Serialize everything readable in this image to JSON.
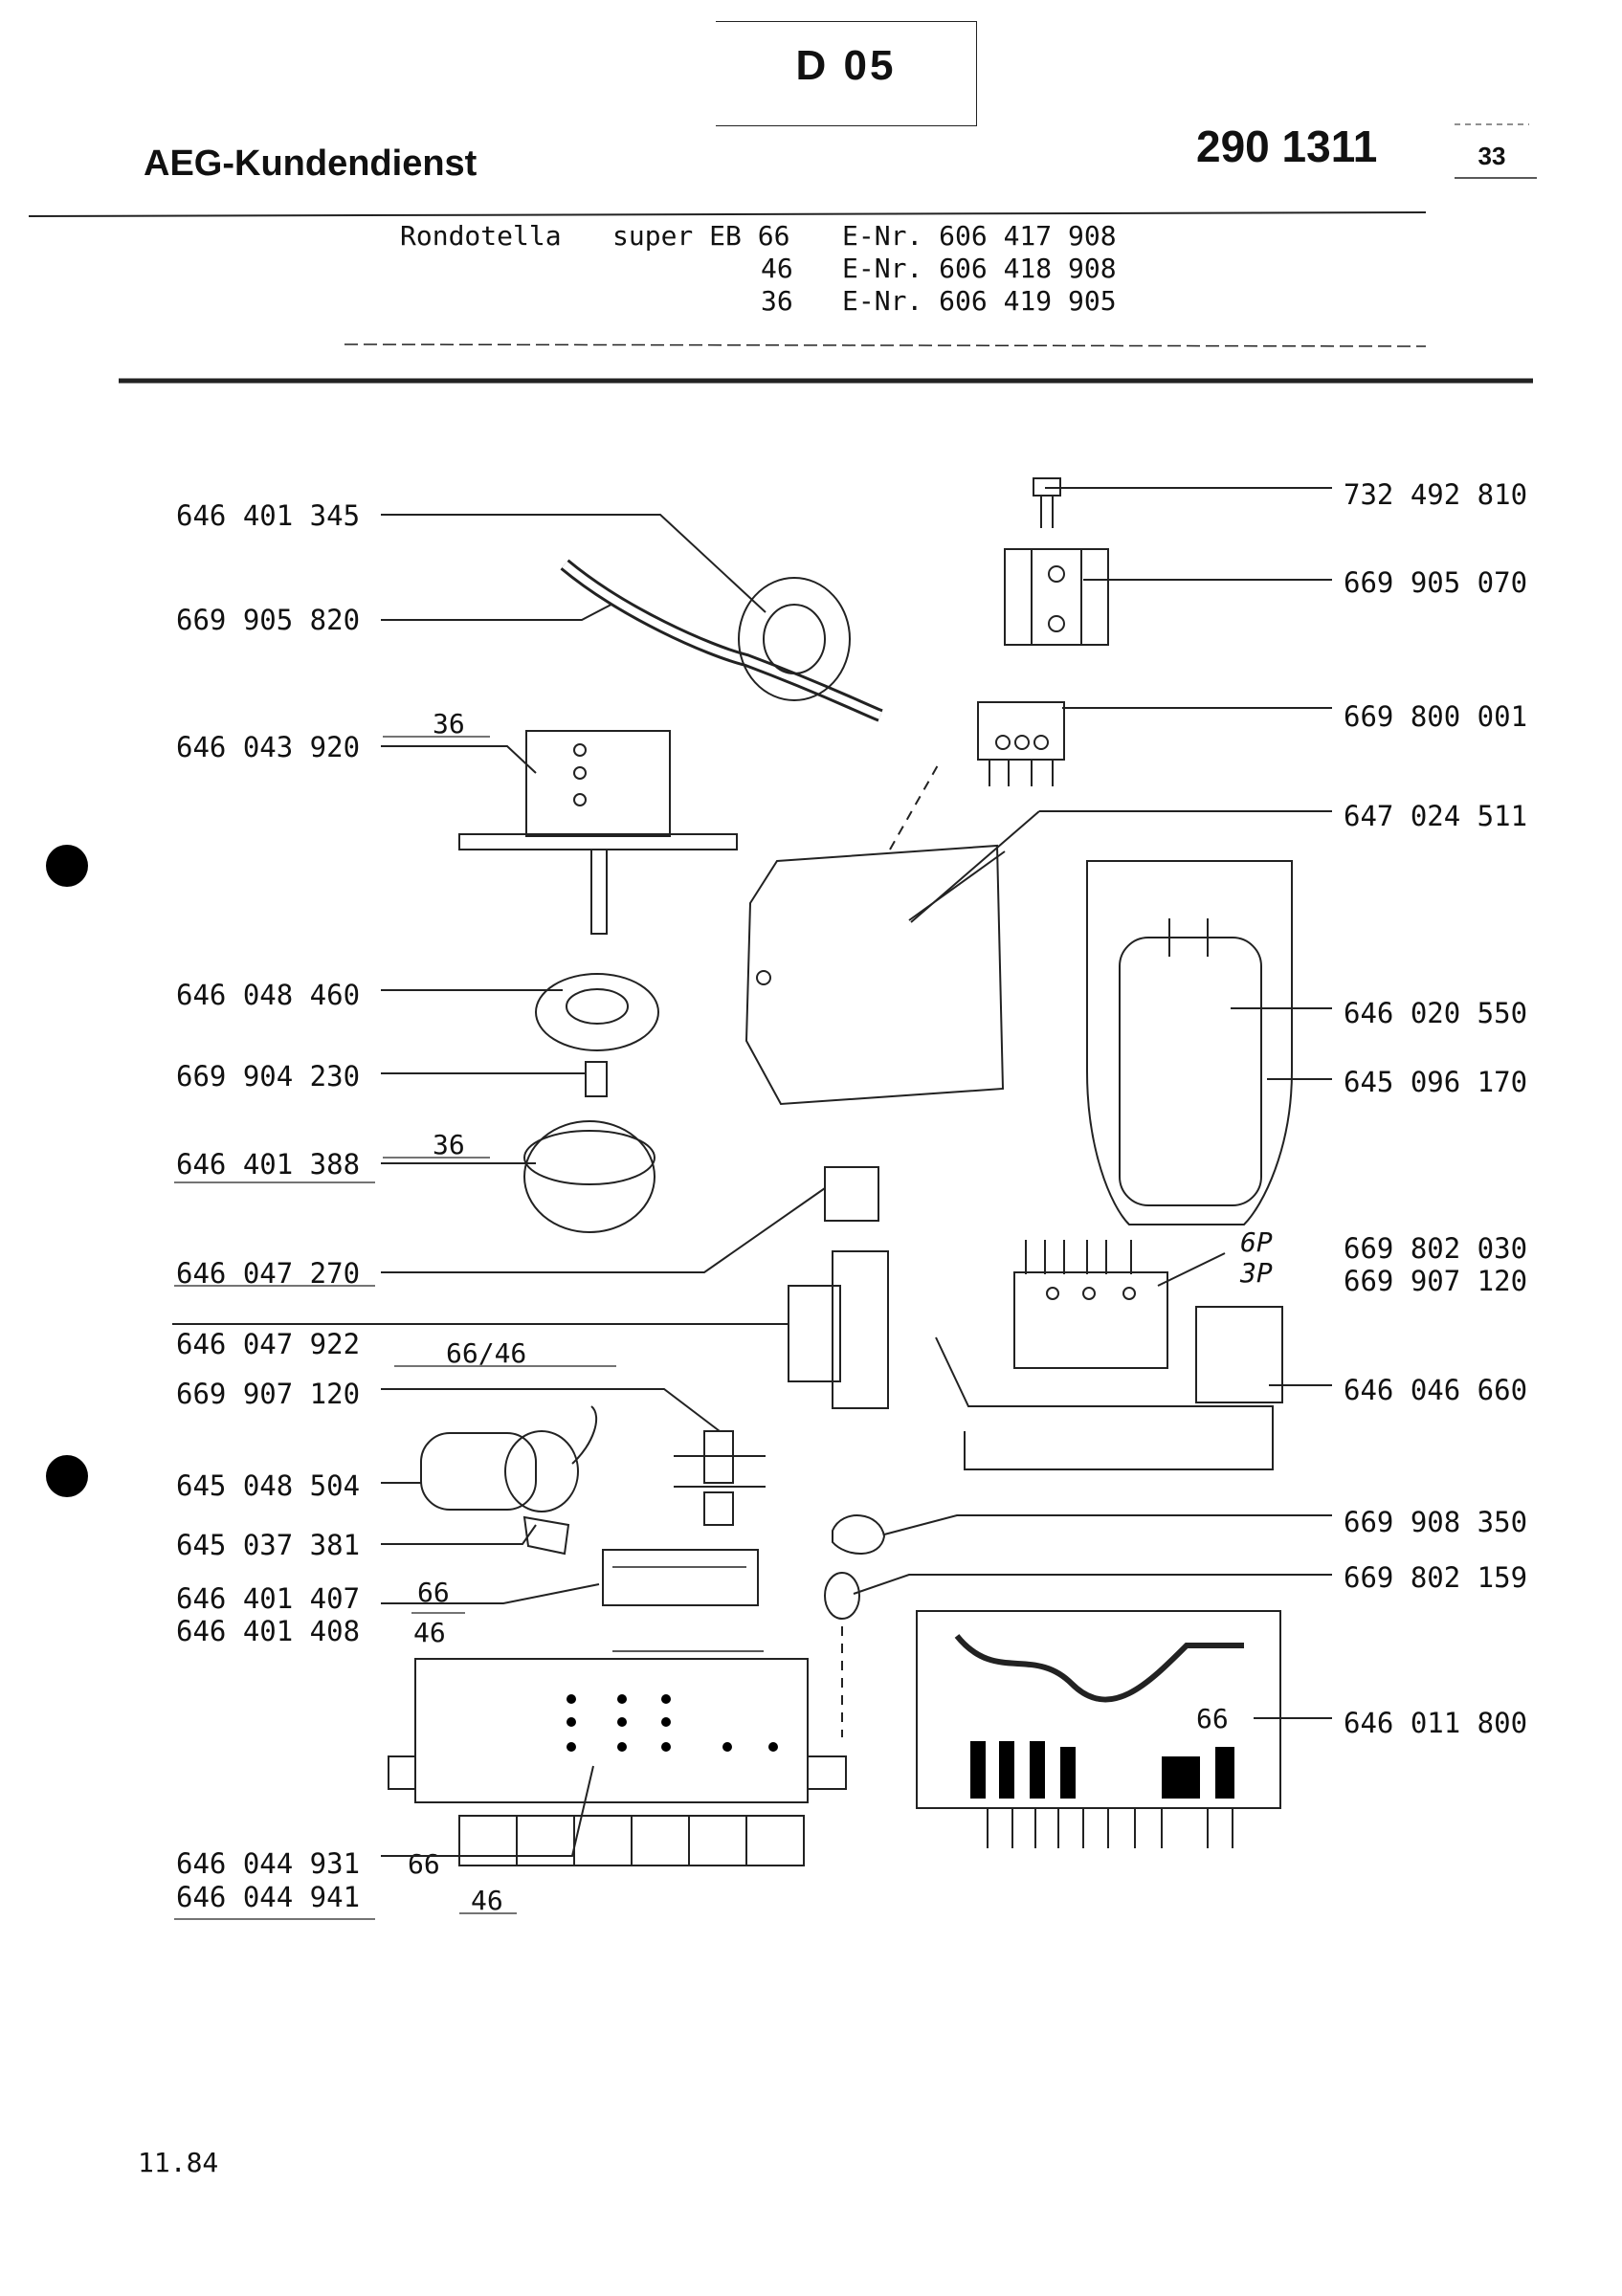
{
  "header": {
    "sheet_code": "D 05",
    "company": "AEG-Kundendienst",
    "document_number": "290 1311",
    "page_number": "33"
  },
  "models": [
    {
      "name": "Rondotella",
      "series": "super EB 66",
      "enr": "E-Nr. 606 417 908"
    },
    {
      "name": "",
      "series": "46",
      "enr": "E-Nr. 606 418 908"
    },
    {
      "name": "",
      "series": "36",
      "enr": "E-Nr. 606 419 905"
    }
  ],
  "parts_left": [
    {
      "number": "646 401 345"
    },
    {
      "number": "669 905 820"
    },
    {
      "number": "646 043 920",
      "variant": "36"
    },
    {
      "number": "646 048 460"
    },
    {
      "number": "669 904 230"
    },
    {
      "number": "646 401 388",
      "variant": "36"
    },
    {
      "number": "646 047 270"
    },
    {
      "number": "646 047 922",
      "variant": "66/46"
    },
    {
      "number": "669 907 120"
    },
    {
      "number": "645 048 504"
    },
    {
      "number": "645 037 381"
    },
    {
      "number": "646 401 407",
      "variant": "66"
    },
    {
      "number": "646 401 408",
      "variant": "46"
    },
    {
      "number": "646 044 931",
      "variant": "66"
    },
    {
      "number": "646 044 941",
      "variant": "46"
    }
  ],
  "parts_right": [
    {
      "number": "732 492 810"
    },
    {
      "number": "669 905 070"
    },
    {
      "number": "669 800 001"
    },
    {
      "number": "647 024 511"
    },
    {
      "number": "646 020 550"
    },
    {
      "number": "645 096 170"
    },
    {
      "number": "669 802 030",
      "variant": "6P"
    },
    {
      "number": "669 907 120",
      "variant": "3P"
    },
    {
      "number": "646 046 660"
    },
    {
      "number": "669 908 350"
    },
    {
      "number": "669 802 159"
    },
    {
      "number": "646 011 800",
      "variant": "66"
    }
  ],
  "footer": {
    "date": "11.84"
  }
}
